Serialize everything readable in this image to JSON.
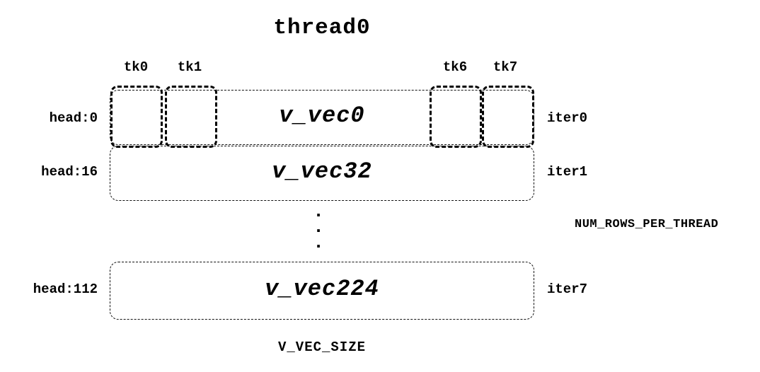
{
  "diagram": {
    "title": "thread0",
    "tk_labels": [
      {
        "label": "tk0"
      },
      {
        "label": "tk1"
      },
      {
        "label": "tk6"
      },
      {
        "label": "tk7"
      }
    ],
    "rows": [
      {
        "head": "head:0",
        "vec": "v_vec0",
        "iter": "iter0"
      },
      {
        "head": "head:16",
        "vec": "v_vec32",
        "iter": "iter1"
      },
      {
        "head": "head:112",
        "vec": "v_vec224",
        "iter": "iter7"
      }
    ],
    "ellipsis_dot": ".",
    "num_rows_label": "NUM_ROWS_PER_THREAD",
    "bottom_label": "V_VEC_SIZE"
  }
}
